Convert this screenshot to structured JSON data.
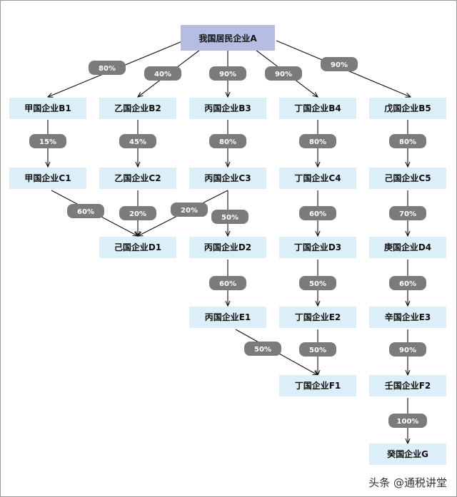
{
  "nodes": {
    "A": "我国居民企业A",
    "B1": "甲国企业B1",
    "B2": "乙国企业B2",
    "B3": "丙国企业B3",
    "B4": "丁国企业B4",
    "B5": "戊国企业B5",
    "C1": "甲国企业C1",
    "C2": "乙国企业C2",
    "C3": "丙国企业C3",
    "C4": "丁国企业C4",
    "C5": "己国企业C5",
    "D1": "己国企业D1",
    "D2": "丙国企业D2",
    "D3": "丁国企业D3",
    "D4": "庚国企业D4",
    "E1": "丙国企业E1",
    "E2": "丁国企业E2",
    "E3": "辛国企业E3",
    "F1": "丁国企业F1",
    "F2": "壬国企业F2",
    "G": "癸国企业G"
  },
  "edges": [
    {
      "from": "A",
      "to": "B1",
      "pct": "80%"
    },
    {
      "from": "A",
      "to": "B2",
      "pct": "40%"
    },
    {
      "from": "A",
      "to": "B3",
      "pct": "90%"
    },
    {
      "from": "A",
      "to": "B4",
      "pct": "90%"
    },
    {
      "from": "A",
      "to": "B5",
      "pct": "90%"
    },
    {
      "from": "B1",
      "to": "C1",
      "pct": "15%"
    },
    {
      "from": "B2",
      "to": "C2",
      "pct": "45%"
    },
    {
      "from": "B3",
      "to": "C3",
      "pct": "80%"
    },
    {
      "from": "B4",
      "to": "C4",
      "pct": "80%"
    },
    {
      "from": "B5",
      "to": "C5",
      "pct": "80%"
    },
    {
      "from": "C1",
      "to": "D1",
      "pct": "60%"
    },
    {
      "from": "C2",
      "to": "D1",
      "pct": "20%"
    },
    {
      "from": "C3",
      "to": "D1",
      "pct": "20%"
    },
    {
      "from": "C3",
      "to": "D2",
      "pct": "50%"
    },
    {
      "from": "C4",
      "to": "D3",
      "pct": "60%"
    },
    {
      "from": "C5",
      "to": "D4",
      "pct": "70%"
    },
    {
      "from": "D2",
      "to": "E1",
      "pct": "60%"
    },
    {
      "from": "D3",
      "to": "E2",
      "pct": "50%"
    },
    {
      "from": "D4",
      "to": "E3",
      "pct": "60%"
    },
    {
      "from": "E1",
      "to": "F1",
      "pct": "50%"
    },
    {
      "from": "E2",
      "to": "F1",
      "pct": "50%"
    },
    {
      "from": "E3",
      "to": "F2",
      "pct": "90%"
    },
    {
      "from": "F2",
      "to": "G",
      "pct": "100%"
    }
  ],
  "colors": {
    "root_fill": "#b5bde3",
    "node_fill": "#dceef8",
    "badge_fill": "#7b7b7b",
    "edge": "#111111"
  },
  "watermark": "头条 @通税讲堂"
}
